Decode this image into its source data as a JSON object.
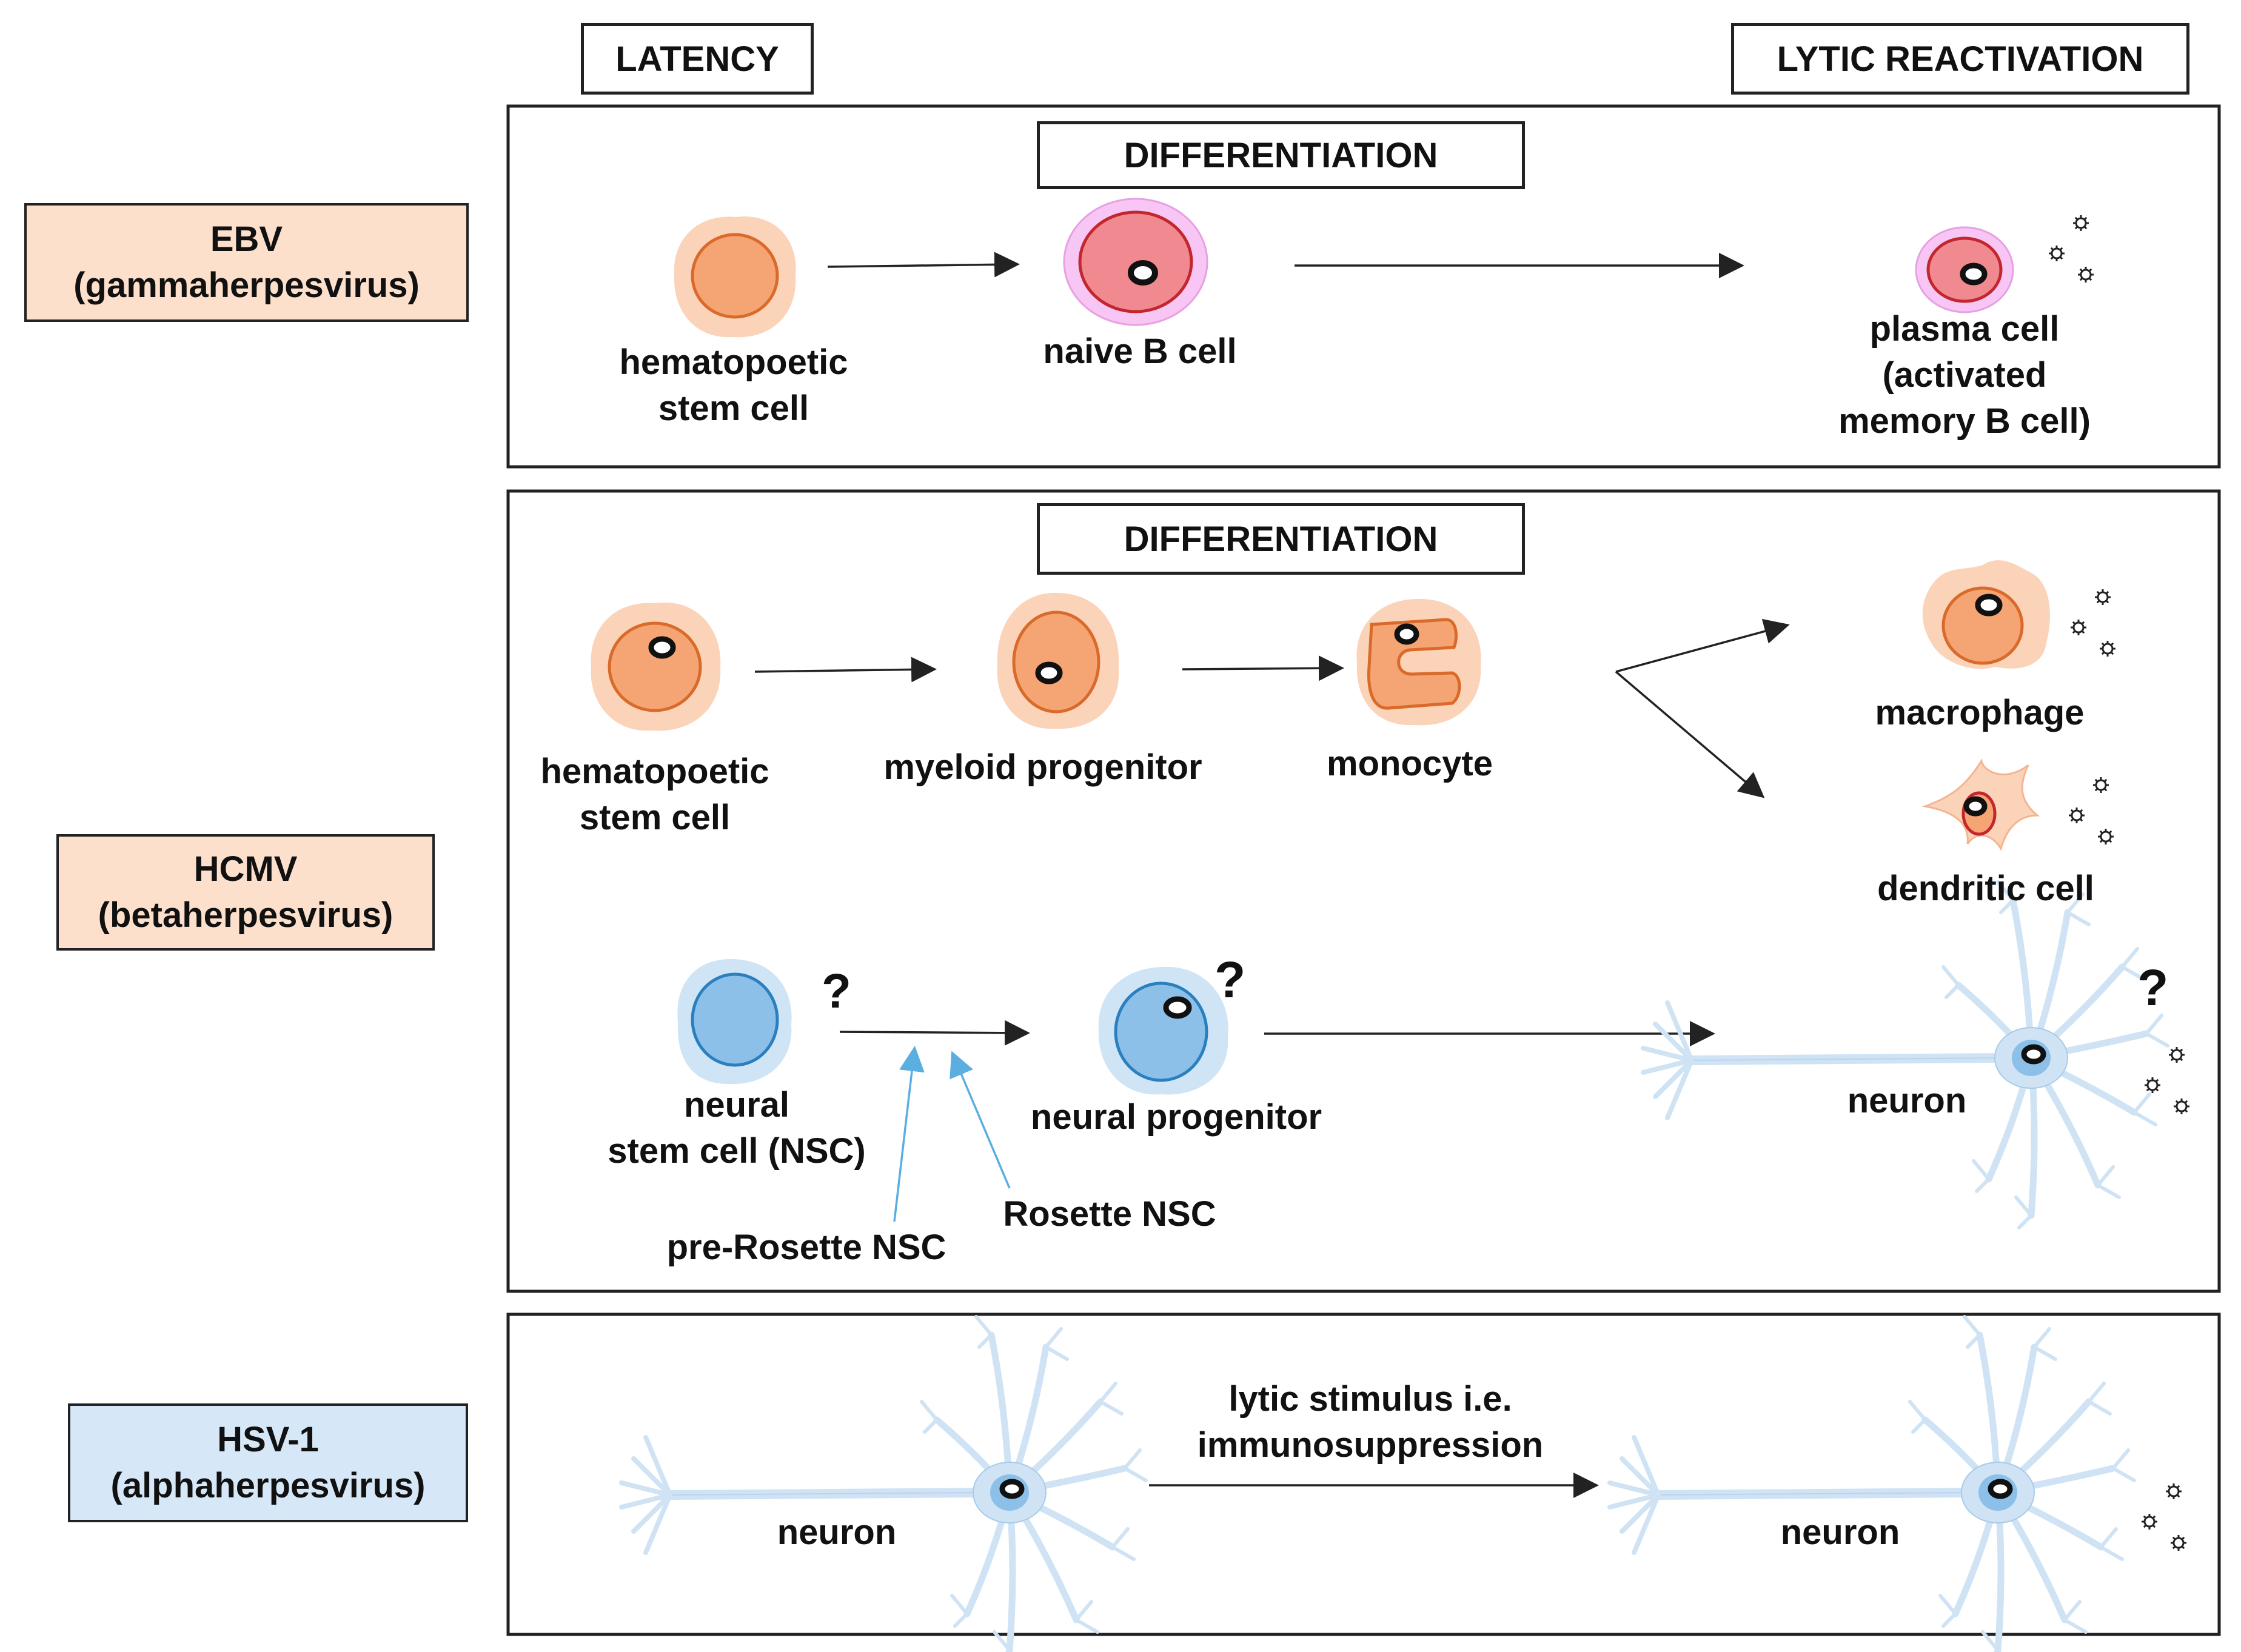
{
  "headers": {
    "latency": "LATENCY",
    "lytic_reactivation": "LYTIC REACTIVATION"
  },
  "viruses": {
    "ebv": {
      "name": "EBV",
      "family": "(gammaherpesvirus)"
    },
    "hcmv": {
      "name": "HCMV",
      "family": "(betaherpesvirus)"
    },
    "hsv1": {
      "name": "HSV-1",
      "family": "(alphaherpesvirus)"
    }
  },
  "differentiation_label": "DIFFERENTIATION",
  "ebv_panel": {
    "stem": [
      "hematopoetic",
      "stem cell"
    ],
    "naive_b": "naive B cell",
    "plasma": [
      "plasma cell",
      "(activated",
      "memory  B cell)"
    ]
  },
  "hcmv_panel": {
    "stem": [
      "hematopoetic",
      "stem cell"
    ],
    "myeloid": "myeloid  progenitor",
    "monocyte": "monocyte",
    "macrophage": "macrophage",
    "dendritic": "dendritic cell",
    "nsc": [
      "neural",
      "stem cell (NSC)"
    ],
    "neural_progenitor": "neural progenitor",
    "neuron": "neuron",
    "pre_rosette": "pre-Rosette NSC",
    "rosette": "Rosette NSC",
    "question_mark": "?"
  },
  "hsv_panel": {
    "neuron_latent": "neuron",
    "stimulus": [
      "lytic stimulus i.e.",
      "immunosuppression"
    ],
    "neuron_lytic": "neuron"
  },
  "colors": {
    "ebv_bg": "#fde0cc",
    "hcmv_bg": "#fde0cc",
    "hsv_bg": "#d6e8f7",
    "myeloid_halo": "#fbd3b8",
    "myeloid_cell": "#f5a474",
    "myeloid_edge": "#d96a2a",
    "bcell_halo": "#f4b5f0",
    "bcell_cell": "#f18a90",
    "bcell_edge": "#c2272d",
    "neural_halo": "#cfe4f5",
    "neural_cell": "#8cc0e8",
    "neural_edge": "#2a7fbf",
    "neuron_body": "#cfe3f4",
    "arrow_blue": "#5aaee0"
  }
}
